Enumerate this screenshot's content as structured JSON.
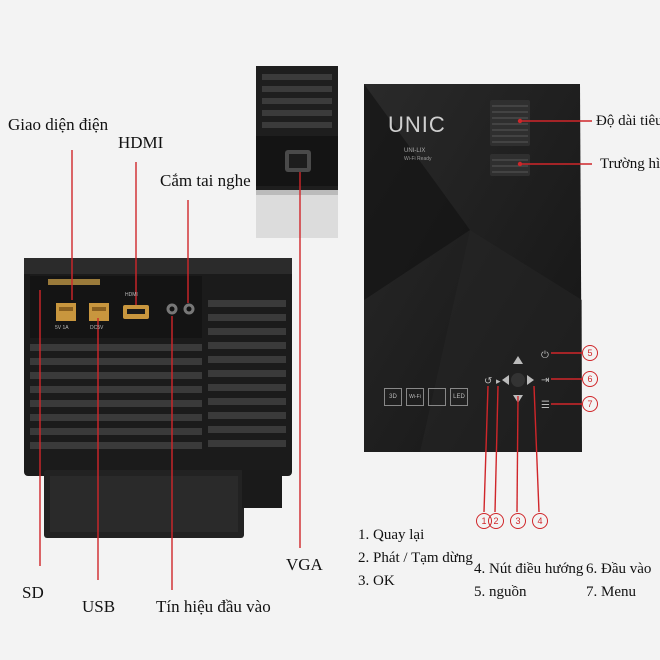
{
  "left_labels": {
    "power_interface": "Giao diện điện",
    "hdmi": "HDMI",
    "headphone_jack": "Cắm tai nghe",
    "vga": "VGA",
    "sd": "SD",
    "usb": "USB",
    "input_signal": "Tín hiệu đầu vào"
  },
  "right_labels": {
    "focus_length": "Độ dài tiêu cự",
    "keystone": "Trường hình"
  },
  "brand": {
    "name": "UNIC",
    "model": "UNI-LIX",
    "tagline": "Wi-Fi Ready"
  },
  "port_labels": {
    "port1": "5V 1A",
    "port2": "DC5V",
    "hdmi": "HDMI"
  },
  "badges": [
    "3D",
    "Wi-Fi",
    "",
    "LED"
  ],
  "button_numbers": [
    "1",
    "2",
    "3",
    "4",
    "5",
    "6",
    "7"
  ],
  "legend": {
    "col1": [
      "1. Quay lại",
      "2. Phát / Tạm dừng",
      "3. OK"
    ],
    "col2": [
      "4. Nút điều hướng",
      "5. nguồn"
    ],
    "col3": [
      "6. Đầu vào",
      "7. Menu"
    ]
  },
  "colors": {
    "accent": "#d0262a",
    "device": "#1c1c1c"
  }
}
